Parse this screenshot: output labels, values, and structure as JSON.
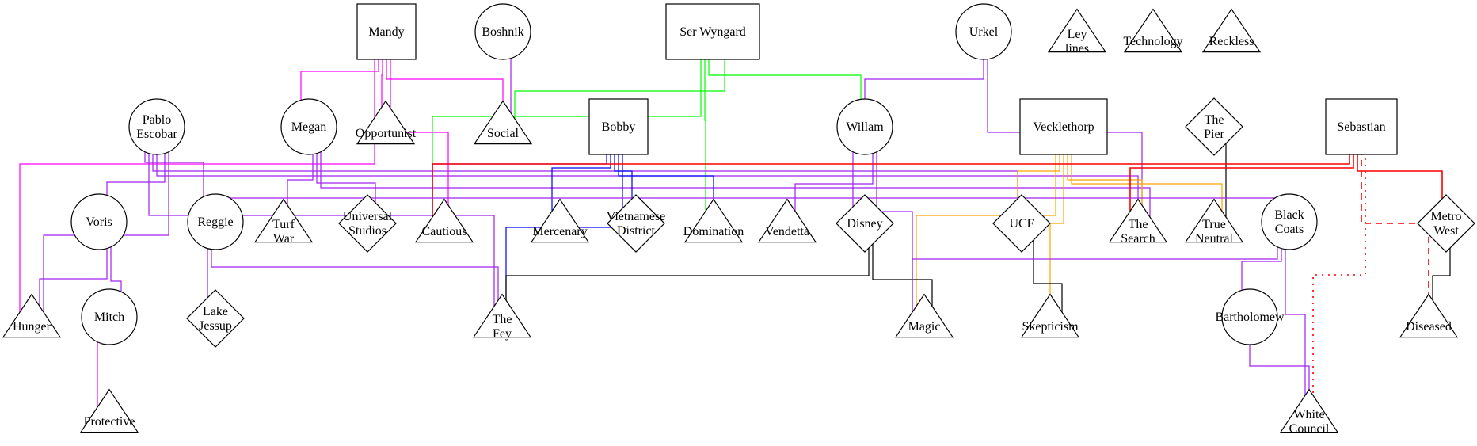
{
  "colors": {
    "magenta": "#ff00ff",
    "purple": "#a020f0",
    "green": "#00ff00",
    "blue": "#0000ff",
    "orange": "#ffa500",
    "red": "#ff0000",
    "black": "#000000",
    "white": "#ffffff"
  },
  "nodes": {
    "mandy": {
      "label": [
        "Mandy"
      ],
      "shape": "box",
      "fill": "#ff00ff"
    },
    "boshnik": {
      "label": [
        "Boshnik"
      ],
      "shape": "circle"
    },
    "ser_wyngard": {
      "label": [
        "Ser Wyngard"
      ],
      "shape": "box",
      "fill": "#00ff00"
    },
    "urkel": {
      "label": [
        "Urkel"
      ],
      "shape": "circle"
    },
    "ley_lines": {
      "label": [
        "Ley",
        "lines"
      ],
      "shape": "triangle"
    },
    "technology": {
      "label": [
        "Technology"
      ],
      "shape": "triangle"
    },
    "reckless": {
      "label": [
        "Reckless"
      ],
      "shape": "triangle"
    },
    "pablo_escobar": {
      "label": [
        "Pablo",
        "Escobar"
      ],
      "shape": "circle"
    },
    "megan": {
      "label": [
        "Megan"
      ],
      "shape": "circle"
    },
    "opportunist": {
      "label": [
        "Opportunist"
      ],
      "shape": "triangle"
    },
    "social": {
      "label": [
        "Social"
      ],
      "shape": "triangle"
    },
    "bobby": {
      "label": [
        "Bobby"
      ],
      "shape": "box",
      "fill": "#0000ff"
    },
    "willam": {
      "label": [
        "Willam"
      ],
      "shape": "circle"
    },
    "vecklethorp": {
      "label": [
        "Vecklethorp"
      ],
      "shape": "box",
      "fill": "#ffa500"
    },
    "the_pier": {
      "label": [
        "The",
        "Pier"
      ],
      "shape": "diamond"
    },
    "sebastian": {
      "label": [
        "Sebastian"
      ],
      "shape": "box",
      "fill": "#ff0000"
    },
    "voris": {
      "label": [
        "Voris"
      ],
      "shape": "circle"
    },
    "reggie": {
      "label": [
        "Reggie"
      ],
      "shape": "circle"
    },
    "turf_war": {
      "label": [
        "Turf",
        "War"
      ],
      "shape": "triangle"
    },
    "universal_studios": {
      "label": [
        "Universal",
        "Studios"
      ],
      "shape": "diamond"
    },
    "cautious": {
      "label": [
        "Cautious"
      ],
      "shape": "triangle"
    },
    "mercenary": {
      "label": [
        "Mercenary"
      ],
      "shape": "triangle"
    },
    "vietnamese_district": {
      "label": [
        "Vietnamese",
        "District"
      ],
      "shape": "diamond"
    },
    "domination": {
      "label": [
        "Domination"
      ],
      "shape": "triangle"
    },
    "vendetta": {
      "label": [
        "Vendetta"
      ],
      "shape": "triangle"
    },
    "disney": {
      "label": [
        "Disney"
      ],
      "shape": "diamond"
    },
    "ucf": {
      "label": [
        "UCF"
      ],
      "shape": "diamond"
    },
    "the_search": {
      "label": [
        "The",
        "Search"
      ],
      "shape": "triangle"
    },
    "true_neutral": {
      "label": [
        "True",
        "Neutral"
      ],
      "shape": "triangle"
    },
    "black_coats": {
      "label": [
        "Black",
        "Coats"
      ],
      "shape": "circle"
    },
    "metro_west": {
      "label": [
        "Metro",
        "West"
      ],
      "shape": "diamond"
    },
    "hunger": {
      "label": [
        "Hunger"
      ],
      "shape": "triangle"
    },
    "mitch": {
      "label": [
        "Mitch"
      ],
      "shape": "circle"
    },
    "lake_jessup": {
      "label": [
        "Lake",
        "Jessup"
      ],
      "shape": "diamond"
    },
    "the_fey": {
      "label": [
        "The",
        "Fey"
      ],
      "shape": "triangle"
    },
    "magic": {
      "label": [
        "Magic"
      ],
      "shape": "triangle"
    },
    "skepticism": {
      "label": [
        "Skepticism"
      ],
      "shape": "triangle"
    },
    "bartholomew": {
      "label": [
        "Bartholomew"
      ],
      "shape": "circle"
    },
    "diseased": {
      "label": [
        "Diseased"
      ],
      "shape": "triangle"
    },
    "protective": {
      "label": [
        "Protective"
      ],
      "shape": "triangle"
    },
    "white_council": {
      "label": [
        "White",
        "Council"
      ],
      "shape": "triangle"
    }
  },
  "edges": [
    {
      "from": "mandy",
      "to": "hunger",
      "color": "magenta"
    },
    {
      "from": "mandy",
      "to": "megan",
      "color": "magenta"
    },
    {
      "from": "mandy",
      "to": "opportunist",
      "color": "magenta"
    },
    {
      "from": "mandy",
      "to": "social",
      "color": "magenta"
    },
    {
      "from": "mandy",
      "to": "cautious",
      "color": "magenta"
    },
    {
      "from": "boshnik",
      "to": "social",
      "color": "purple"
    },
    {
      "from": "ser_wyngard",
      "to": "social",
      "color": "green"
    },
    {
      "from": "ser_wyngard",
      "to": "cautious",
      "color": "green"
    },
    {
      "from": "ser_wyngard",
      "to": "domination",
      "color": "green"
    },
    {
      "from": "ser_wyngard",
      "to": "willam",
      "color": "green"
    },
    {
      "from": "urkel",
      "to": "willam",
      "color": "purple"
    },
    {
      "from": "urkel",
      "to": "the_search",
      "color": "purple"
    },
    {
      "from": "pablo_escobar",
      "to": "voris",
      "color": "purple"
    },
    {
      "from": "pablo_escobar",
      "to": "hunger",
      "color": "purple"
    },
    {
      "from": "pablo_escobar",
      "to": "reggie",
      "color": "purple"
    },
    {
      "from": "pablo_escobar",
      "to": "the_fey",
      "color": "purple"
    },
    {
      "from": "pablo_escobar",
      "to": "ucf",
      "color": "purple"
    },
    {
      "from": "pablo_escobar",
      "to": "the_search",
      "color": "purple"
    },
    {
      "from": "megan",
      "to": "turf_war",
      "color": "purple"
    },
    {
      "from": "megan",
      "to": "universal_studios",
      "color": "purple"
    },
    {
      "from": "megan",
      "to": "the_search",
      "color": "purple"
    },
    {
      "from": "bobby",
      "to": "cautious",
      "color": "blue"
    },
    {
      "from": "bobby",
      "to": "mercenary",
      "color": "blue"
    },
    {
      "from": "bobby",
      "to": "vietnamese_district",
      "color": "blue"
    },
    {
      "from": "bobby",
      "to": "domination",
      "color": "blue"
    },
    {
      "from": "bobby",
      "to": "the_fey",
      "color": "blue"
    },
    {
      "from": "willam",
      "to": "vendetta",
      "color": "purple"
    },
    {
      "from": "willam",
      "to": "disney",
      "color": "purple"
    },
    {
      "from": "willam",
      "to": "magic",
      "color": "purple"
    },
    {
      "from": "vecklethorp",
      "to": "magic",
      "color": "orange"
    },
    {
      "from": "vecklethorp",
      "to": "ucf",
      "color": "orange"
    },
    {
      "from": "vecklethorp",
      "to": "skepticism",
      "color": "orange"
    },
    {
      "from": "vecklethorp",
      "to": "the_search",
      "color": "orange"
    },
    {
      "from": "vecklethorp",
      "to": "true_neutral",
      "color": "orange"
    },
    {
      "from": "the_pier",
      "to": "true_neutral",
      "color": "black"
    },
    {
      "from": "sebastian",
      "to": "cautious",
      "color": "red"
    },
    {
      "from": "sebastian",
      "to": "the_search",
      "color": "red"
    },
    {
      "from": "sebastian",
      "to": "metro_west",
      "color": "red"
    },
    {
      "from": "sebastian",
      "to": "diseased",
      "color": "red",
      "style": "dashed"
    },
    {
      "from": "sebastian",
      "to": "white_council",
      "color": "red",
      "style": "dotted"
    },
    {
      "from": "voris",
      "to": "hunger",
      "color": "purple"
    },
    {
      "from": "voris",
      "to": "mitch",
      "color": "purple"
    },
    {
      "from": "mitch",
      "to": "protective",
      "color": "magenta"
    },
    {
      "from": "reggie",
      "to": "lake_jessup",
      "color": "purple"
    },
    {
      "from": "reggie",
      "to": "the_fey",
      "color": "purple"
    },
    {
      "from": "reggie",
      "to": "black_coats",
      "color": "purple"
    },
    {
      "from": "disney",
      "to": "the_fey",
      "color": "black"
    },
    {
      "from": "disney",
      "to": "magic",
      "color": "black"
    },
    {
      "from": "ucf",
      "to": "skepticism",
      "color": "black"
    },
    {
      "from": "black_coats",
      "to": "magic",
      "color": "purple"
    },
    {
      "from": "black_coats",
      "to": "bartholomew",
      "color": "purple"
    },
    {
      "from": "black_coats",
      "to": "white_council",
      "color": "purple"
    },
    {
      "from": "bartholomew",
      "to": "white_council",
      "color": "purple"
    },
    {
      "from": "metro_west",
      "to": "diseased",
      "color": "black"
    }
  ]
}
